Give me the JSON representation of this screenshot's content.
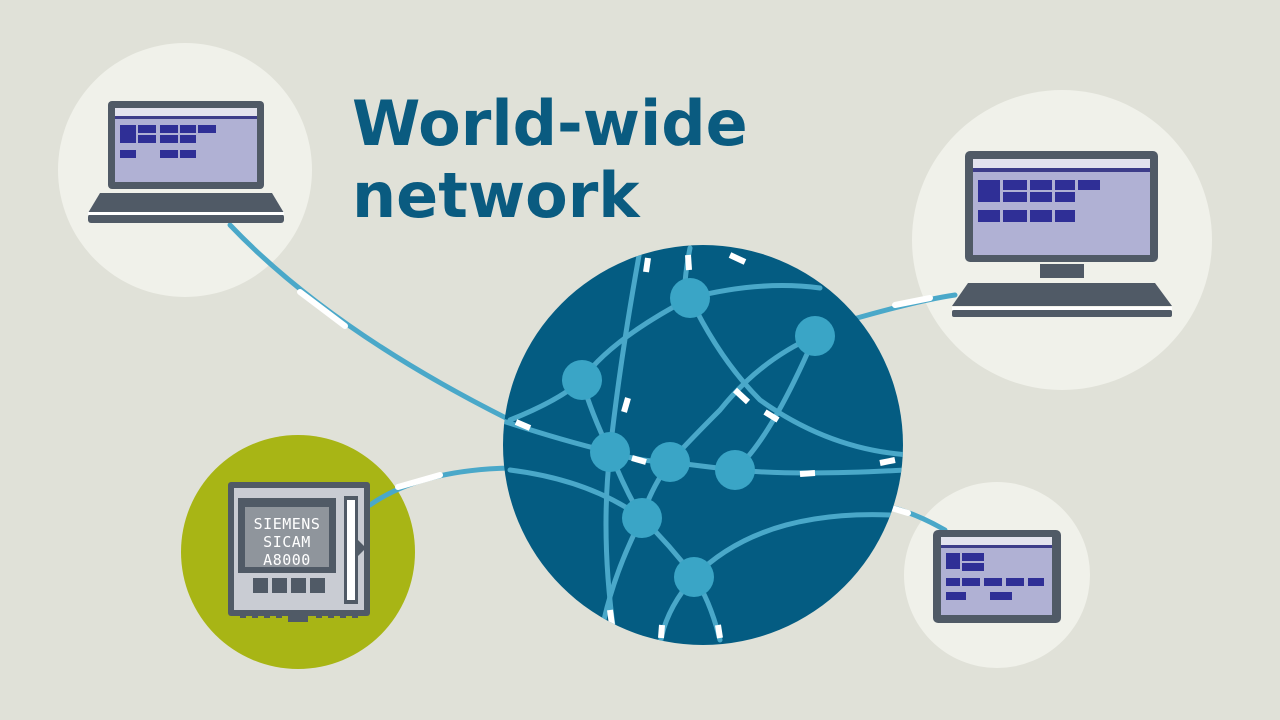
{
  "title": {
    "line1": "World-wide",
    "line2": "network"
  },
  "device": {
    "line1": "SIEMENS",
    "line2": "SICAM",
    "line3": "A8000"
  },
  "colors": {
    "background": "#e0e1d8",
    "globe": "#045c82",
    "link": "#4aa8c9",
    "node": "#3aa5c6",
    "device_circle": "#a8b515",
    "device_circle_light": "#f0f1ea",
    "screen": "#b0b1d4",
    "tile": "#2f2f96",
    "frame": "#505a66"
  },
  "icons": [
    "laptop-icon",
    "desktop-icon",
    "tablet-icon",
    "sicam-device-icon",
    "globe-icon"
  ]
}
